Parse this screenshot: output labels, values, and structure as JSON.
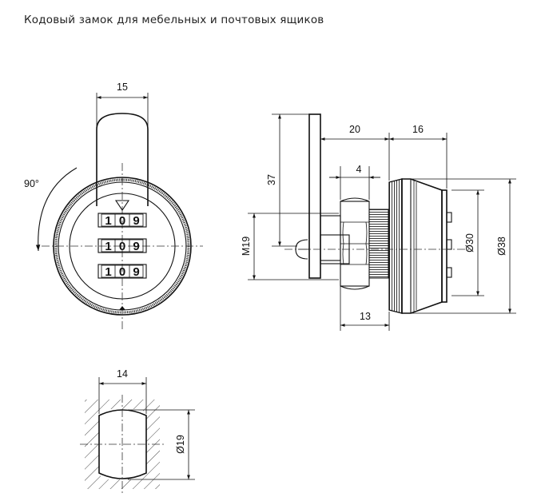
{
  "title": "Кодовый замок для мебельных и почтовых ящиков",
  "front_view": {
    "width_dim": "15",
    "rotation_label": "90°",
    "code_wheels": [
      [
        "1",
        "0",
        "9"
      ],
      [
        "1",
        "0",
        "9"
      ],
      [
        "1",
        "0",
        "9"
      ]
    ]
  },
  "side_view": {
    "dim_20": "20",
    "dim_16": "16",
    "dim_4": "4",
    "dim_37": "37",
    "thread": "M19",
    "dia_30": "Ø30",
    "dia_38": "Ø38",
    "dim_13": "13"
  },
  "cutout_view": {
    "width_dim": "14",
    "dia_19": "Ø19"
  }
}
